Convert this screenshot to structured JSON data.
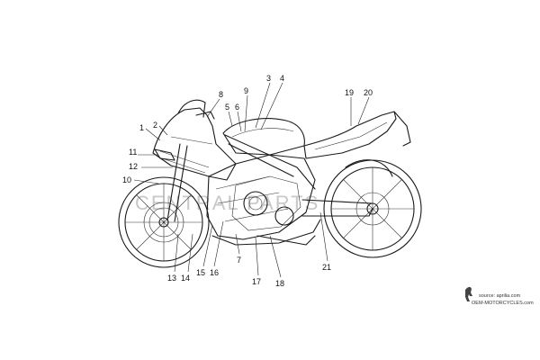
{
  "diagram": {
    "callouts": [
      {
        "id": "c1",
        "text": "1"
      },
      {
        "id": "c2",
        "text": "2"
      },
      {
        "id": "c3",
        "text": "3"
      },
      {
        "id": "c4",
        "text": "4"
      },
      {
        "id": "c5",
        "text": "5"
      },
      {
        "id": "c6",
        "text": "6"
      },
      {
        "id": "c7",
        "text": "7"
      },
      {
        "id": "c8",
        "text": "8"
      },
      {
        "id": "c9",
        "text": "9"
      },
      {
        "id": "c10",
        "text": "10"
      },
      {
        "id": "c11",
        "text": "11"
      },
      {
        "id": "c12",
        "text": "12"
      },
      {
        "id": "c13",
        "text": "13"
      },
      {
        "id": "c14",
        "text": "14"
      },
      {
        "id": "c15",
        "text": "15"
      },
      {
        "id": "c16",
        "text": "16"
      },
      {
        "id": "c17",
        "text": "17"
      },
      {
        "id": "c18",
        "text": "18"
      },
      {
        "id": "c19",
        "text": "19"
      },
      {
        "id": "c20",
        "text": "20"
      },
      {
        "id": "c21",
        "text": "21"
      }
    ],
    "watermark": "CENTRAL PARTS",
    "source_line1": "source: aprilia.com",
    "source_line2": "OEM-MOTORCYCLES.com"
  }
}
